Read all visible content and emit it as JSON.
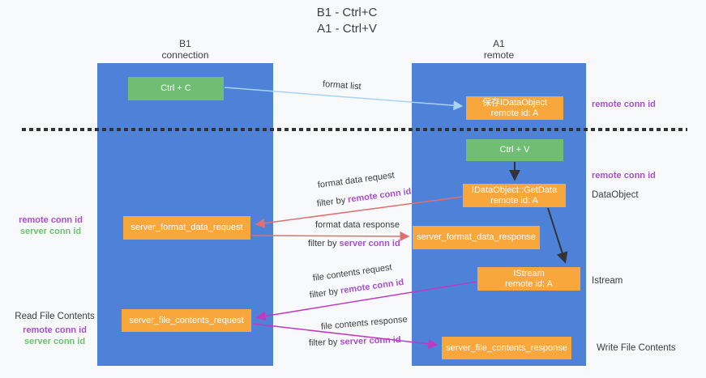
{
  "title": {
    "line1": "B1 - Ctrl+C",
    "line2": "A1 - Ctrl+V"
  },
  "lanes": {
    "left": {
      "name": "B1",
      "sub": "connection"
    },
    "right": {
      "name": "A1",
      "sub": "remote"
    }
  },
  "nodes": {
    "ctrl_c": {
      "label": "Ctrl + C"
    },
    "saved_dataobject": {
      "line1": "保存IDataObject",
      "line2": "remote id: A"
    },
    "ctrl_v": {
      "label": "Ctrl + V"
    },
    "getdata": {
      "line1": "IDataObject::GetData",
      "line2": "remote id: A"
    },
    "server_format_data_request": {
      "label": "server_format_data_request"
    },
    "server_format_data_response": {
      "label": "server_format_data_response"
    },
    "istream": {
      "line1": "IStream",
      "line2": "remote id: A"
    },
    "server_file_contents_request": {
      "label": "server_file_contents_request"
    },
    "server_file_contents_response": {
      "label": "server_file_contents_response"
    }
  },
  "edges": {
    "format_list": {
      "label": "format list"
    },
    "format_data_request": {
      "label": "format data request",
      "filter_prefix": "filter by",
      "filter_key": "remote conn id"
    },
    "format_data_response": {
      "label": "format data response",
      "filter_prefix": "filter by",
      "filter_key": "server conn id"
    },
    "file_contents_request": {
      "label": "file contents request",
      "filter_prefix": "filter by",
      "filter_key": "remote conn id"
    },
    "file_contents_response": {
      "label": "file contents response",
      "filter_prefix": "filter by",
      "filter_key": "server conn id"
    }
  },
  "side_labels": {
    "right_remote_conn_id_1": "remote conn id",
    "right_remote_conn_id_2": "remote conn id",
    "dataobject": "DataObject",
    "istream": "Istream",
    "write_file_contents": "Write File Contents",
    "left_remote_conn_id_1": "remote conn id",
    "left_server_conn_id_1": "server conn id",
    "read_file_contents": "Read File Contents",
    "left_remote_conn_id_2": "remote conn id",
    "left_server_conn_id_2": "server conn id"
  },
  "colors": {
    "background": "#f8f9fa",
    "lane_blue": "#4d82d8",
    "node_green": "#6fbe74",
    "node_orange": "#f8a73c",
    "arrow_light_blue": "#a9d3f2",
    "arrow_red": "#e07070",
    "arrow_magenta": "#c139c1",
    "arrow_black": "#333333",
    "label_purple": "#a94fce",
    "label_green": "#6dc271",
    "text_dark": "#3c3c3c"
  }
}
